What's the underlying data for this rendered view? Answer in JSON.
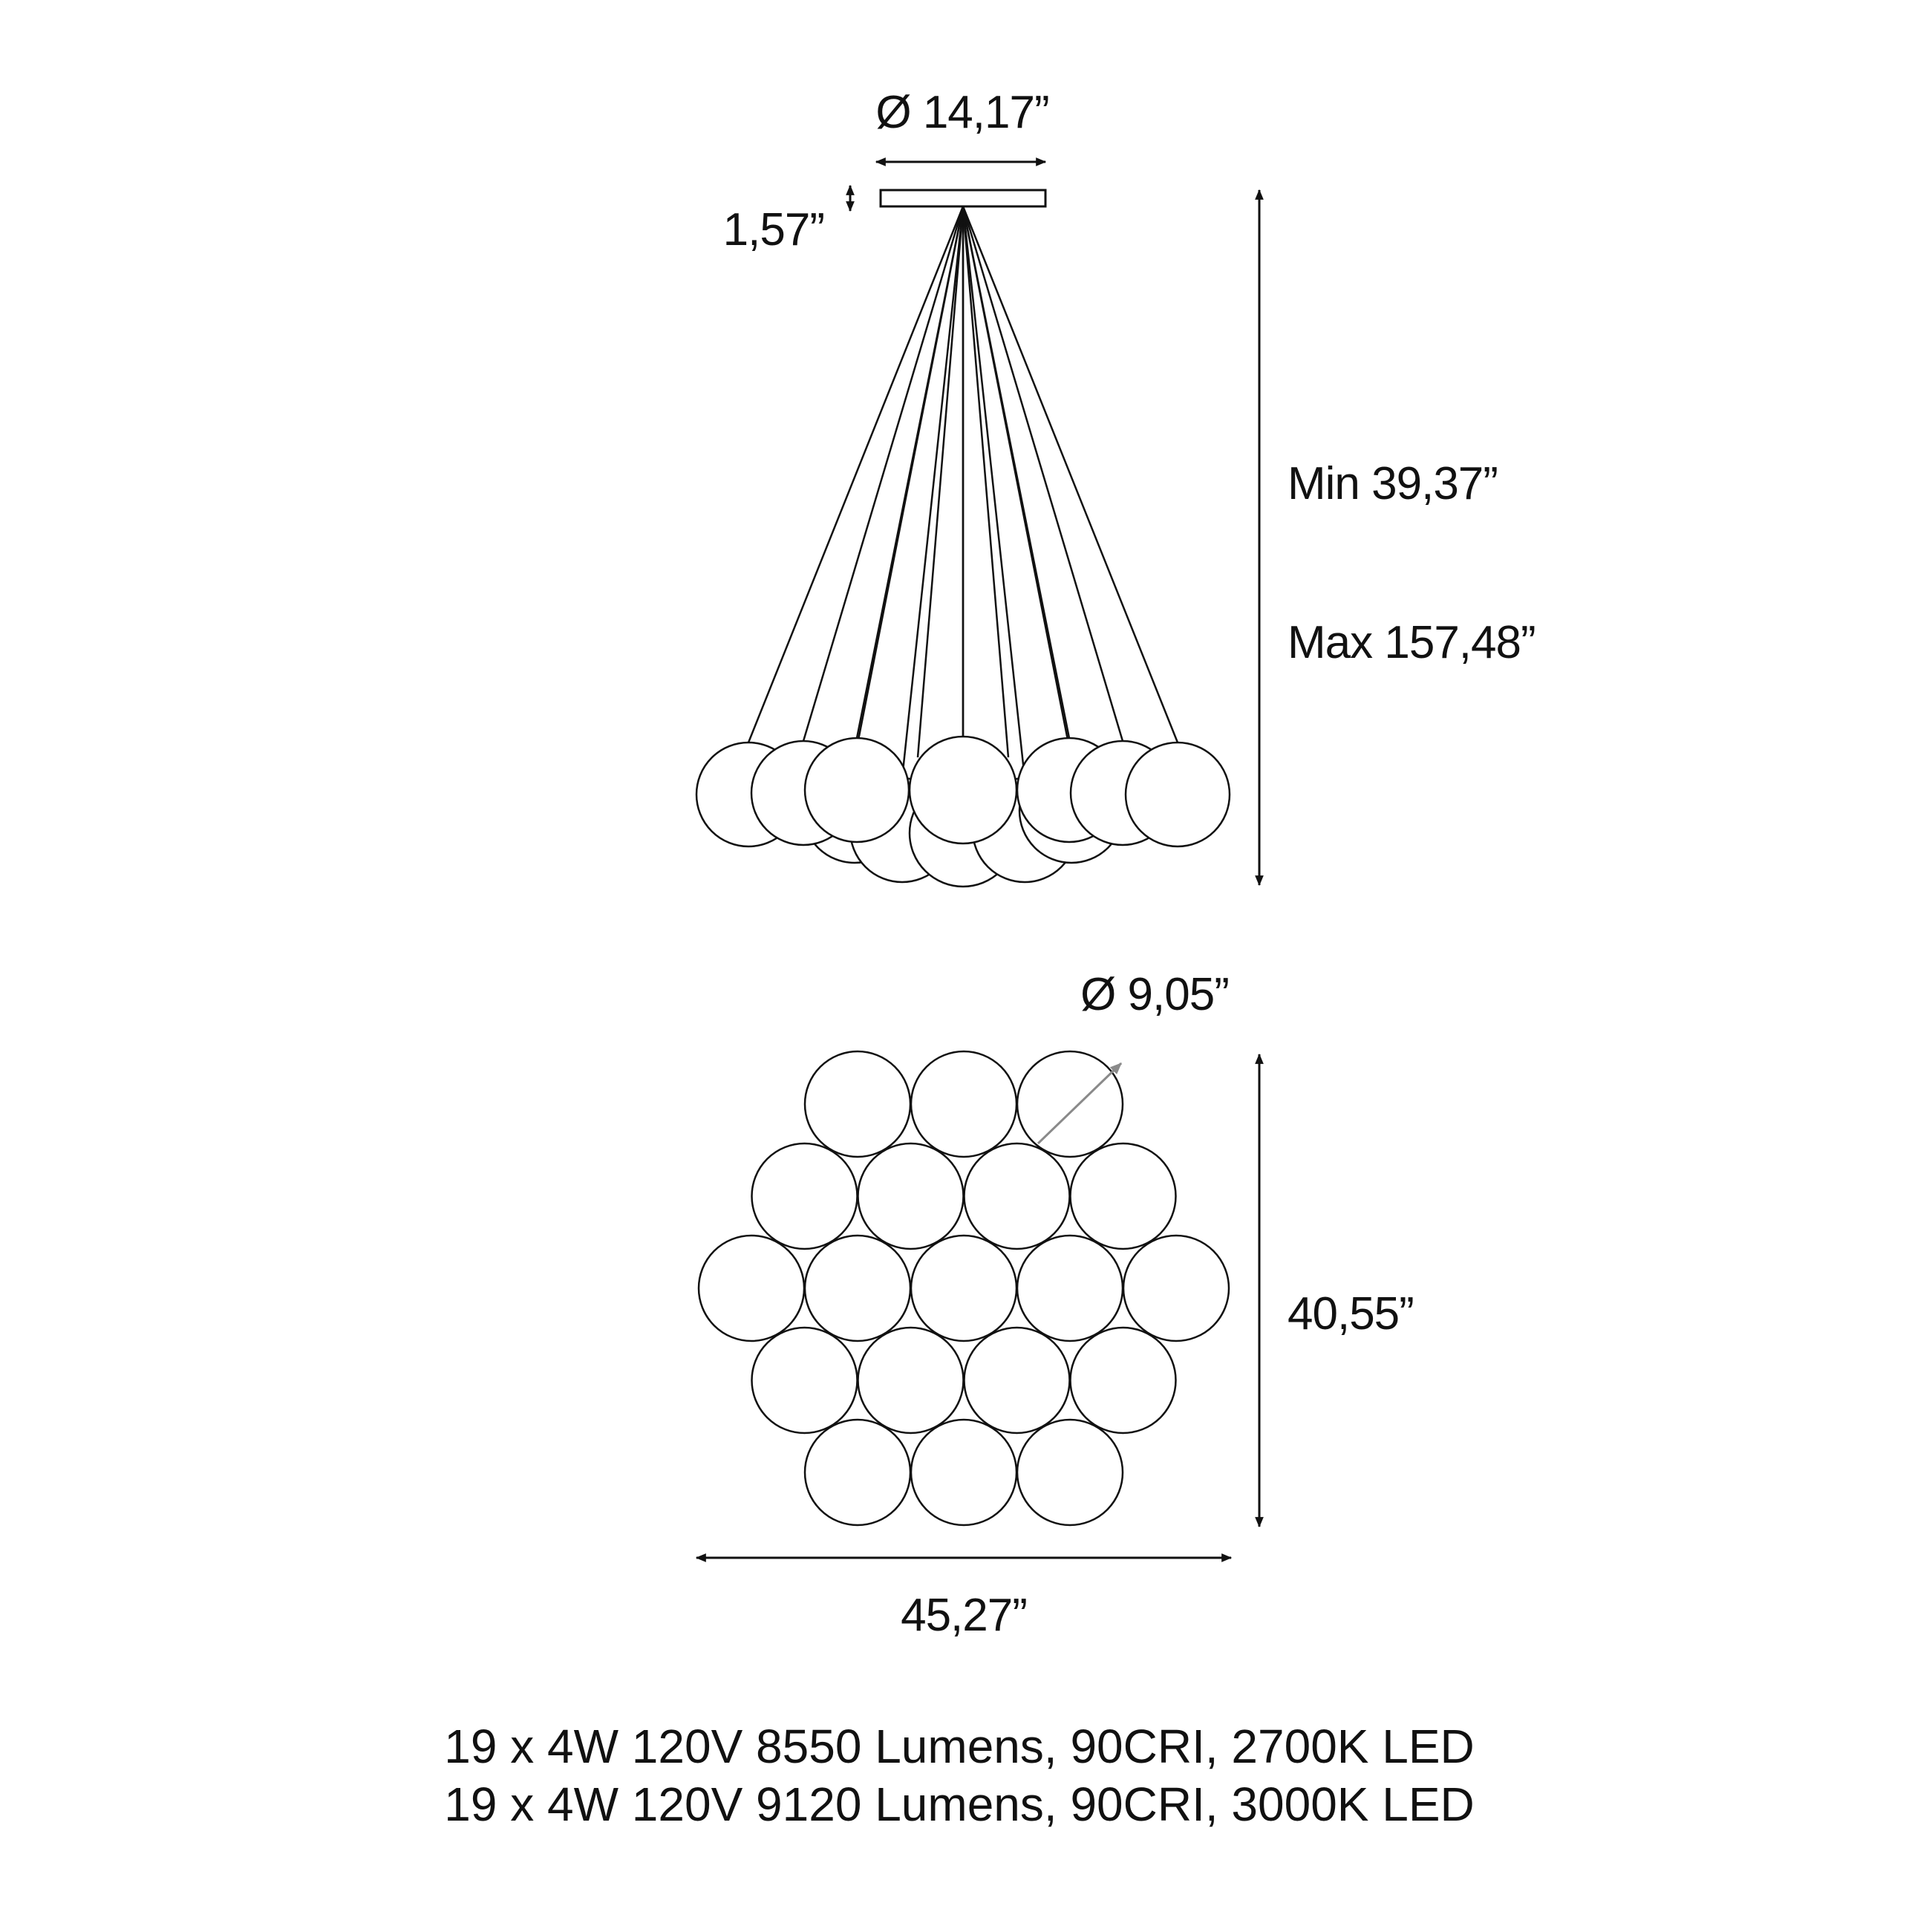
{
  "dimensions": {
    "canopy_diameter": "Ø 14,17”",
    "canopy_height": "1,57”",
    "height_min": "Min 39,37”",
    "height_max": "Max 157,48”",
    "globe_diameter": "Ø 9,05”",
    "cluster_depth": "40,55”",
    "cluster_width": "45,27”"
  },
  "specs": [
    "19 x 4W 120V 8550 Lumens, 90CRI, 2700K LED",
    "19 x 4W 120V 9120 Lumens, 90CRI, 3000K LED"
  ]
}
